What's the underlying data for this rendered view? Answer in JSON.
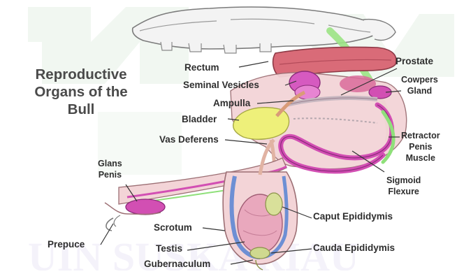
{
  "title_lines": [
    "Reproductive",
    "Organs of the",
    "Bull"
  ],
  "labels": {
    "rectum": "Rectum",
    "seminal_vesicles": "Seminal Vesicles",
    "ampulla": "Ampulla",
    "bladder": "Bladder",
    "vas_deferens": "Vas Deferens",
    "glans_penis_1": "Glans",
    "glans_penis_2": "Penis",
    "prepuce": "Prepuce",
    "scrotum": "Scrotum",
    "testis": "Testis",
    "gubernaculum": "Gubernaculum",
    "prostate": "Prostate",
    "cowpers_gland_1": "Cowpers",
    "cowpers_gland_2": "Gland",
    "retractor_1": "Retractor",
    "retractor_2": "Penis",
    "retractor_3": "Muscle",
    "sigmoid_1": "Sigmoid",
    "sigmoid_2": "Flexure",
    "caput_epididymis": "Caput Epididymis",
    "cauda_epididymis": "Cauda Epididymis"
  },
  "colors": {
    "title": "#4a4a4a",
    "label": "#2e2e2e",
    "skin_pink": "#f2c8cc",
    "magenta": "#d24fb3",
    "bladder_yellow": "#eef07a",
    "vas_blue": "#6d8fd4",
    "green_muscle": "#8fe07a",
    "rectum_red": "#d96b78",
    "bone": "#f2f2f2",
    "watermark_green": "#e7f3e7"
  }
}
